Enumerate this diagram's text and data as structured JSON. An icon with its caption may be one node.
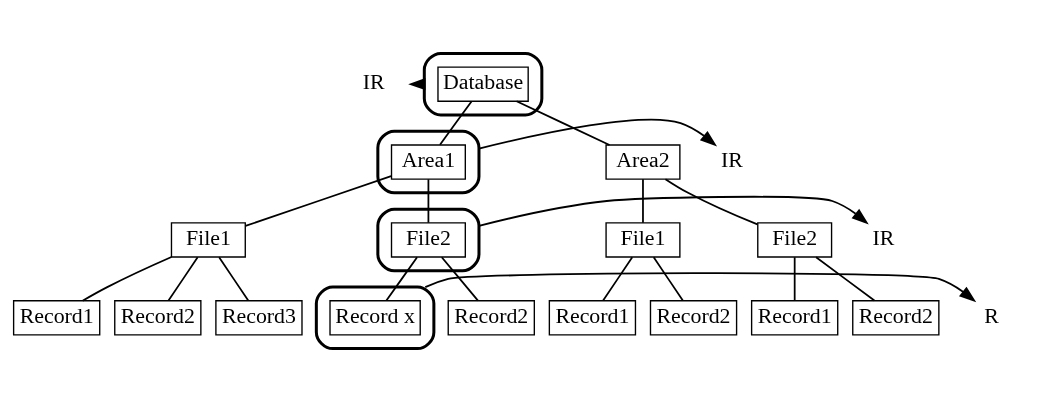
{
  "diagram": {
    "nodes": [
      {
        "text": [
          "IR"
        ]
      },
      {
        "text": [],
        "shape": "ellipse"
      },
      {
        "text": [
          "Database"
        ],
        "in": 1
      },
      {
        "text": [
          "IR"
        ]
      },
      {
        "text": [],
        "shape": "ellipse"
      },
      {
        "text": [
          "Area1"
        ],
        "in": 4
      },
      {
        "text": [
          "Area2"
        ]
      },
      {
        "text": [
          "IR"
        ]
      },
      {
        "text": [
          "File1"
        ]
      },
      {
        "text": [],
        "shape": "ellipse"
      },
      {
        "text": [
          "File2"
        ],
        "in": 9
      },
      {
        "text": [
          "File1"
        ]
      },
      {
        "text": [
          "File2"
        ]
      },
      {
        "text": [
          "Record1"
        ]
      },
      {
        "text": [
          "Record2"
        ]
      },
      {
        "text": [
          "Record3"
        ]
      },
      {
        "text": [],
        "shape": "ellipse"
      },
      {
        "text": [
          "Record x"
        ],
        "in": 16
      },
      {
        "text": [
          "Record2"
        ]
      },
      {
        "text": [
          "Record1"
        ]
      },
      {
        "text": [
          "Record2"
        ]
      },
      {
        "text": [
          "Record1"
        ]
      },
      {
        "text": [
          "Record2"
        ]
      },
      {
        "text": [
          "R"
        ]
      }
    ],
    "edges": [
      {
        "from": 2,
        "to": 5,
        "arrow": "none"
      },
      {
        "from": 2,
        "to": 6,
        "arrow": "none"
      },
      {
        "from": 5,
        "to": 8,
        "arrow": "none"
      },
      {
        "from": 5,
        "to": 10,
        "arrow": "none"
      },
      {
        "from": 6,
        "to": 11,
        "arrow": "none"
      },
      {
        "from": 6,
        "to": 12,
        "arrow": "none"
      },
      {
        "from": 8,
        "to": 13,
        "arrow": "none"
      },
      {
        "from": 8,
        "to": 14,
        "arrow": "none"
      },
      {
        "from": 8,
        "to": 15,
        "arrow": "none"
      },
      {
        "from": 10,
        "to": 17,
        "arrow": "none"
      },
      {
        "from": 10,
        "to": 18,
        "arrow": "none"
      },
      {
        "from": 11,
        "to": 19,
        "arrow": "none"
      },
      {
        "from": 11,
        "to": 20,
        "arrow": "none"
      },
      {
        "from": 12,
        "to": 21,
        "arrow": "none"
      },
      {
        "from": 12,
        "to": 22,
        "arrow": "none"
      },
      {
        "from": 1,
        "to": 0,
        "arrow": "to"
      },
      {
        "from": 4,
        "to": 3,
        "arrow": "to"
      },
      {
        "from": 9,
        "to": 7,
        "arrow": "to"
      },
      {
        "from": 16,
        "to": 23,
        "arrow": "to"
      }
    ]
  }
}
